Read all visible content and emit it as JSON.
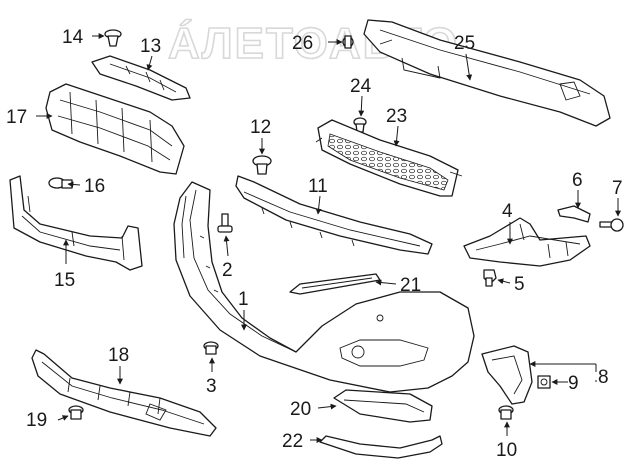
{
  "watermark": "ÁЛЕТОАВТО",
  "callouts": [
    "1",
    "2",
    "3",
    "4",
    "5",
    "6",
    "7",
    "8",
    "9",
    "10",
    "11",
    "12",
    "13",
    "14",
    "15",
    "16",
    "17",
    "18",
    "19",
    "20",
    "21",
    "22",
    "23",
    "24",
    "25",
    "26"
  ]
}
